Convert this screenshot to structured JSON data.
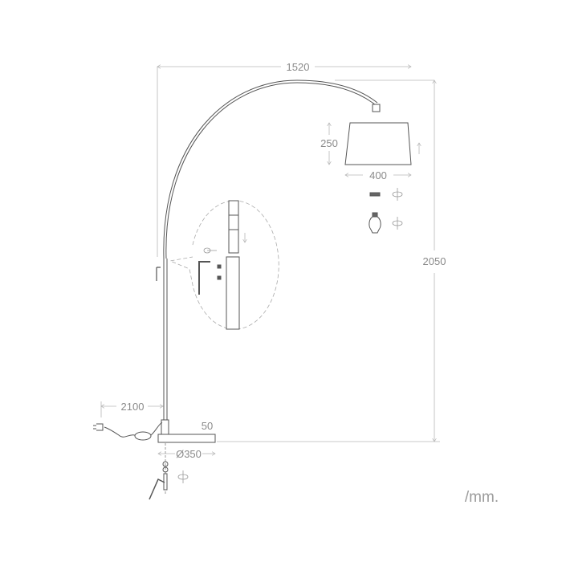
{
  "dimensions": {
    "arc_width": "1520",
    "total_height": "2050",
    "shade_height": "250",
    "shade_width": "400",
    "cable_length": "2100",
    "base_height": "50",
    "base_diameter": "Ø350"
  },
  "unit_label": "/mm.",
  "colors": {
    "line": "#555555",
    "dimension": "#b0b0b0",
    "text": "#8a8a8a"
  }
}
